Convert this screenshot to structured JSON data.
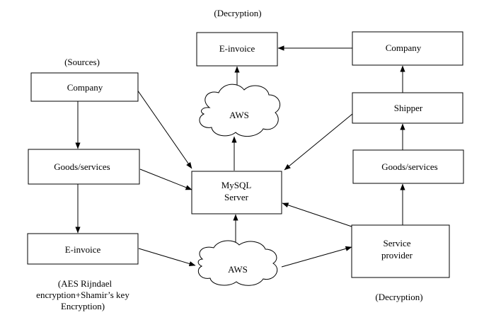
{
  "labels": {
    "decryption_top": "(Decryption)",
    "sources": "(Sources)",
    "encryption_line1": "(AES Rijndael",
    "encryption_line2": "encryption+Shamir’s key",
    "encryption_line3": "Encryption)",
    "decryption_bottom": "(Decryption)"
  },
  "nodes": {
    "company_left": "Company",
    "goods_left": "Goods/services",
    "einvoice_left": "E-invoice",
    "mysql_line1": "MySQL",
    "mysql_line2": "Server",
    "aws_top": "AWS",
    "aws_bottom": "AWS",
    "einvoice_top": "E-invoice",
    "company_right": "Company",
    "shipper": "Shipper",
    "goods_right": "Goods/services",
    "provider_line1": "Service",
    "provider_line2": "provider"
  }
}
